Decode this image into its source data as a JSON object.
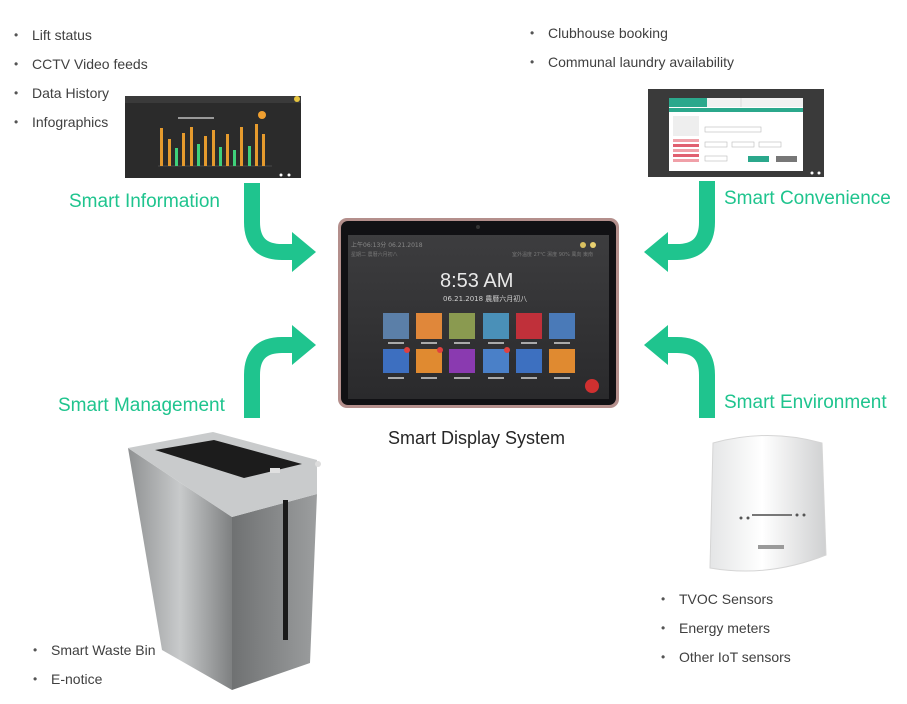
{
  "smart_information": {
    "label": "Smart Information",
    "bullets": [
      "Lift status",
      "CCTV Video feeds",
      "Data History",
      "Infographics"
    ]
  },
  "smart_convenience": {
    "label": "Smart Convenience",
    "bullets": [
      "Clubhouse booking",
      "Communal laundry availability"
    ]
  },
  "smart_management": {
    "label": "Smart Management",
    "bullets": [
      "Smart Waste Bin",
      "E-notice"
    ]
  },
  "smart_environment": {
    "label": "Smart Environment",
    "bullets": [
      "TVOC Sensors",
      "Energy meters",
      "Other IoT sensors"
    ]
  },
  "display": {
    "caption": "Smart Display System",
    "clock": "8:53 AM",
    "date": "06.21.2018 農曆六月初八",
    "status_left": "上午06:13分  06.21.2018",
    "status_left_2": "星期二 農曆六月初八",
    "status_right": "室外溫度 27℃  濕度 90%  風向 東南"
  },
  "colors": {
    "accent": "#1fc48e",
    "text": "#404040"
  }
}
